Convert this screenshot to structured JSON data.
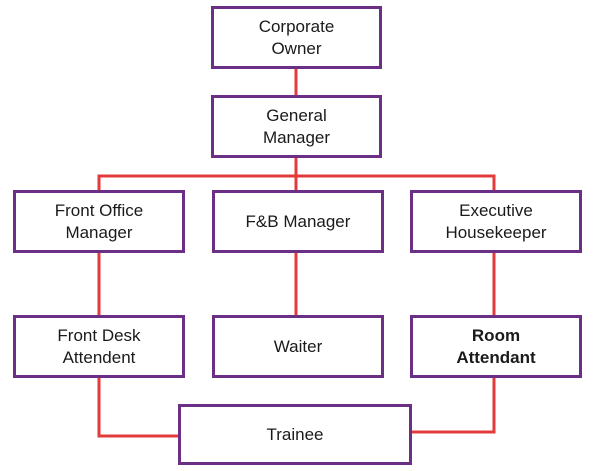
{
  "nodes": {
    "corporate_owner": "Corporate\nOwner",
    "general_manager": "General\nManager",
    "front_office_manager": "Front Office\nManager",
    "fb_manager": "F&B Manager",
    "executive_housekeeper": "Executive\nHousekeeper",
    "front_desk_attendant": "Front Desk\nAttendent",
    "waiter": "Waiter",
    "room_attendant": "Room\nAttendant",
    "trainee": "Trainee"
  },
  "colors": {
    "box_border": "#6b2f86",
    "connector": "#e33b3b",
    "text": "#1a1a1a"
  }
}
